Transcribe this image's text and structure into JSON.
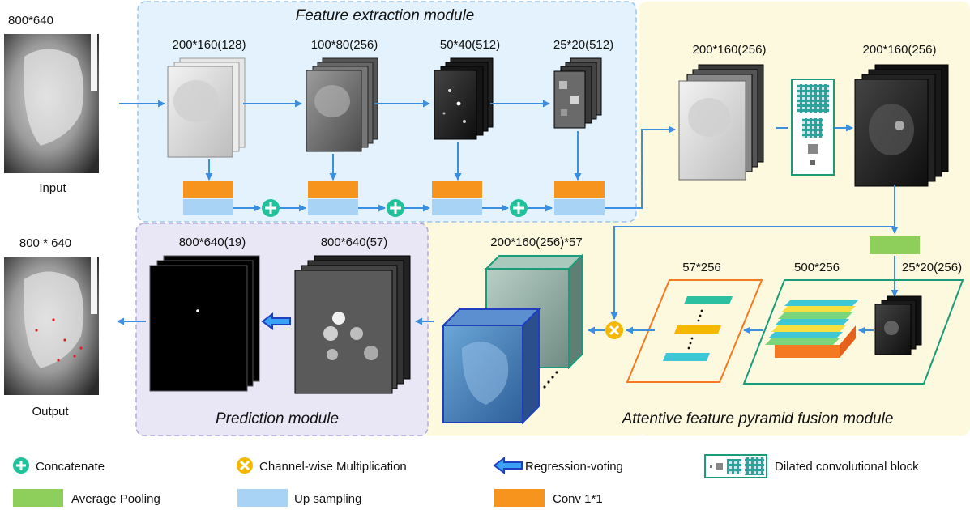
{
  "colors": {
    "extraction_bg": "#e3f2fc",
    "prediction_bg": "#e9e6f6",
    "fusion_bg": "#fcf9df",
    "arrow": "#3a8fe0",
    "conv": "#f7941d",
    "upsample": "#a9d3f5",
    "pool": "#8dcf5a",
    "concat": "#1fc29a",
    "multiply": "#f5b800",
    "dilated_border": "#1a9c7a",
    "regression": "#1f4fd6"
  },
  "labels": {
    "input_size": "800*640",
    "input": "Input",
    "output_size": "800 * 640",
    "output": "Output",
    "fe_title": "Feature extraction module",
    "pred_title": "Prediction module",
    "fusion_title": "Attentive feature pyramid fusion module",
    "fe_stage1": "200*160(128)",
    "fe_stage2": "100*80(256)",
    "fe_stage3": "50*40(512)",
    "fe_stage4": "25*20(512)",
    "merged": "200*160(256)",
    "dilated_out": "200*160(256)",
    "pooled": "25*20(256)",
    "vec500": "500*256",
    "vec57": "57*256",
    "attention": "200*160(256)*57",
    "pred57": "800*640(57)",
    "pred19": "800*640(19)"
  },
  "legend": {
    "concatenate": "Concatenate",
    "multiplication": "Channel-wise Multiplication",
    "regression": "Regression-voting",
    "dilated": "Dilated convolutional block",
    "avg_pool": "Average Pooling",
    "up_sampling": "Up sampling",
    "conv": "Conv 1*1"
  }
}
